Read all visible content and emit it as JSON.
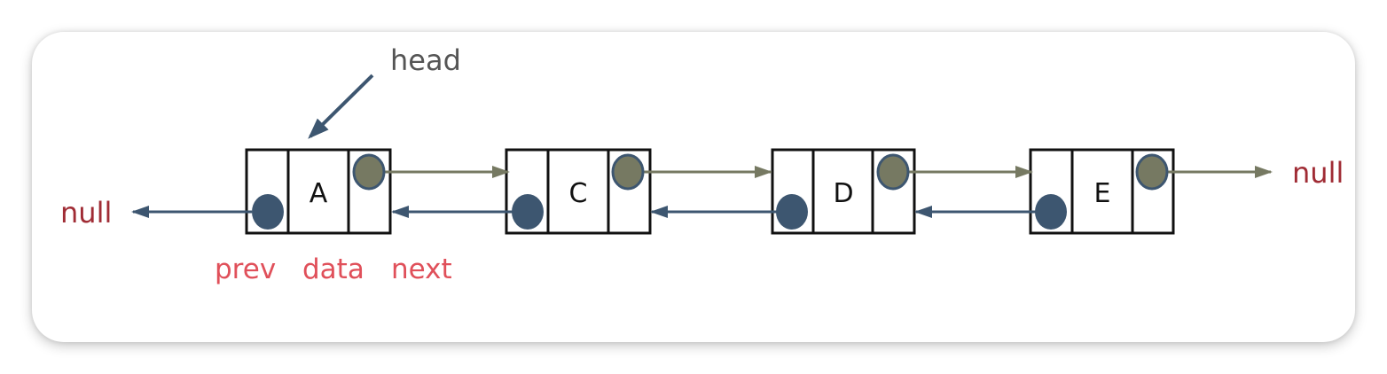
{
  "head_label": "head",
  "null_left": "null",
  "null_right": "null",
  "nodes": [
    {
      "data": "A"
    },
    {
      "data": "C"
    },
    {
      "data": "D"
    },
    {
      "data": "E"
    }
  ],
  "field_labels": {
    "prev": "prev",
    "data": "data",
    "next": "next"
  },
  "colors": {
    "next_pointer": "#767962",
    "prev_pointer": "#3d5670",
    "null_text": "#a02c35",
    "field_text": "#e0505a",
    "head_text": "#555555",
    "head_arrow": "#3d5670",
    "box_stroke": "#111111"
  }
}
